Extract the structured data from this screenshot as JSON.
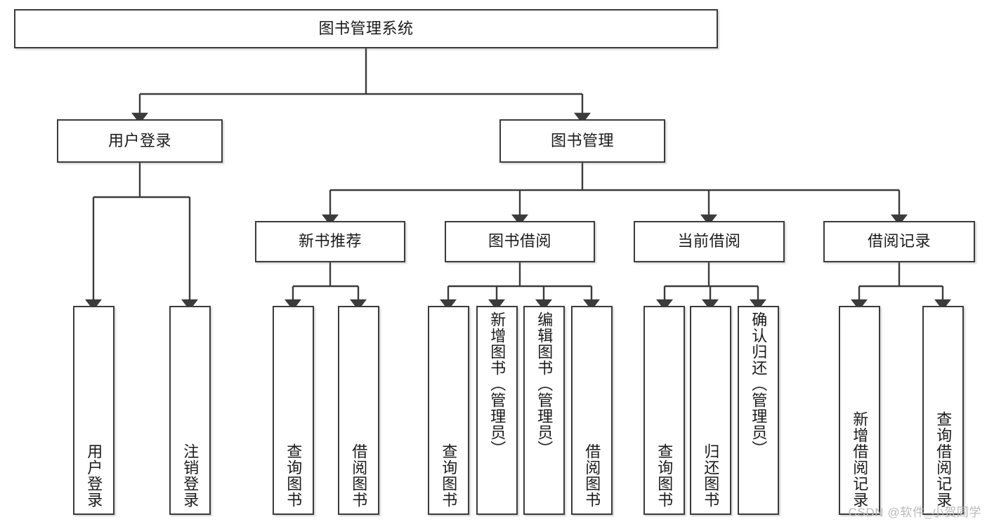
{
  "diagram": {
    "title": "图书管理系统",
    "type": "tree-hierarchy",
    "stroke_color": "#3b3b3b",
    "text_color": "#1b1b1b",
    "background": "#ffffff",
    "root": {
      "label": "图书管理系统"
    },
    "level2": [
      {
        "label": "用户登录"
      },
      {
        "label": "图书管理"
      }
    ],
    "level3": [
      {
        "label": "新书推荐"
      },
      {
        "label": "图书借阅"
      },
      {
        "label": "当前借阅"
      },
      {
        "label": "借阅记录"
      }
    ],
    "leaves": {
      "user_login": [
        {
          "label": "用户登录"
        },
        {
          "label": "注销登录"
        }
      ],
      "new_book_recommend": [
        {
          "label": "查询图书"
        },
        {
          "label": "借阅图书"
        }
      ],
      "book_borrow": [
        {
          "label": "查询图书"
        },
        {
          "label": "新增图书（管理员）"
        },
        {
          "label": "编辑图书（管理员）"
        },
        {
          "label": "借阅图书"
        }
      ],
      "current_borrow": [
        {
          "label": "查询图书"
        },
        {
          "label": "归还图书"
        },
        {
          "label": "确认归还（管理员）"
        }
      ],
      "borrow_record": [
        {
          "label": "新增借阅记录"
        },
        {
          "label": "查询借阅记录"
        }
      ]
    }
  },
  "watermark": {
    "text": "CSDN @软件_小贺同学"
  }
}
